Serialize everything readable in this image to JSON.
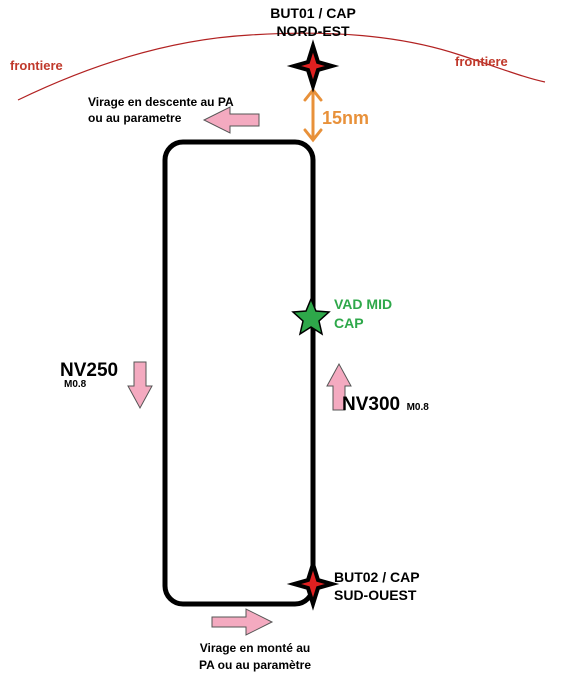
{
  "frontier": {
    "left": "frontiere",
    "right": "frontiere"
  },
  "waypoints": {
    "but01": {
      "line1": "BUT01 / CAP",
      "line2": "NORD-EST"
    },
    "but02": {
      "line1": "BUT02 / CAP",
      "line2": "SUD-OUEST"
    },
    "vad": {
      "line1": "VAD MID",
      "line2": "CAP"
    }
  },
  "distance": "15nm",
  "turns": {
    "descent": {
      "line1": "Virage en descente au PA",
      "line2": "ou au parametre"
    },
    "climb": {
      "line1": "Virage en monté au",
      "line2": "PA ou au paramètre"
    }
  },
  "levels": {
    "nv250": {
      "level": "NV250",
      "mach": "M0.8"
    },
    "nv300": {
      "level": "NV300",
      "mach": "M0.8"
    }
  },
  "colors": {
    "frontier": "#b22222",
    "arrow_fill": "#f4aac0",
    "arrow_stroke": "#555555",
    "distance": "#e8913a",
    "star_green": "#2ea84a",
    "star_red": "#e02020",
    "track": "#000000"
  }
}
